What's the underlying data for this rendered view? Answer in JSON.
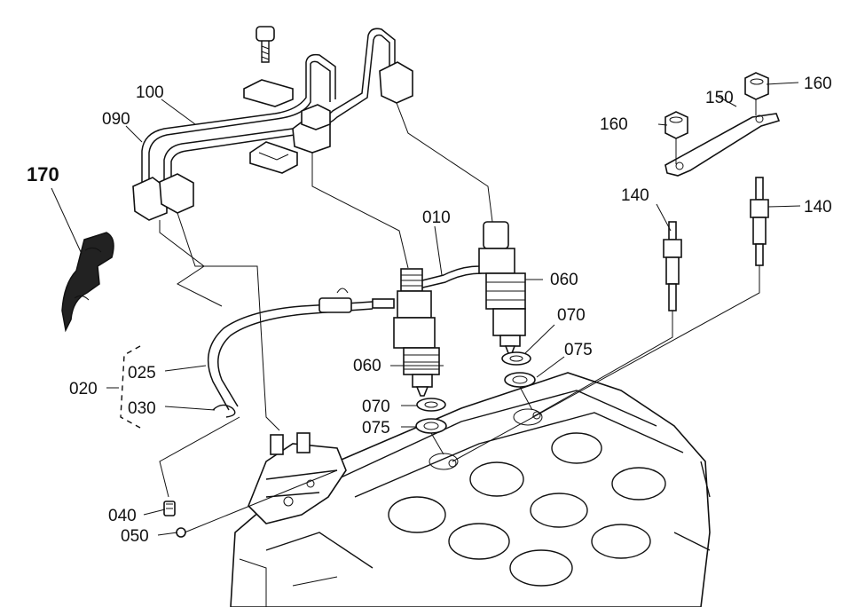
{
  "labels": {
    "p170": "170",
    "p100": "100",
    "p090": "090",
    "p010": "010",
    "p060a": "060",
    "p060b": "060",
    "p070a": "070",
    "p070b": "070",
    "p075a": "075",
    "p075b": "075",
    "p020": "020",
    "p025": "025",
    "p030": "030",
    "p040": "040",
    "p050": "050",
    "p150": "150",
    "p160a": "160",
    "p160b": "160",
    "p140a": "140",
    "p140b": "140"
  }
}
